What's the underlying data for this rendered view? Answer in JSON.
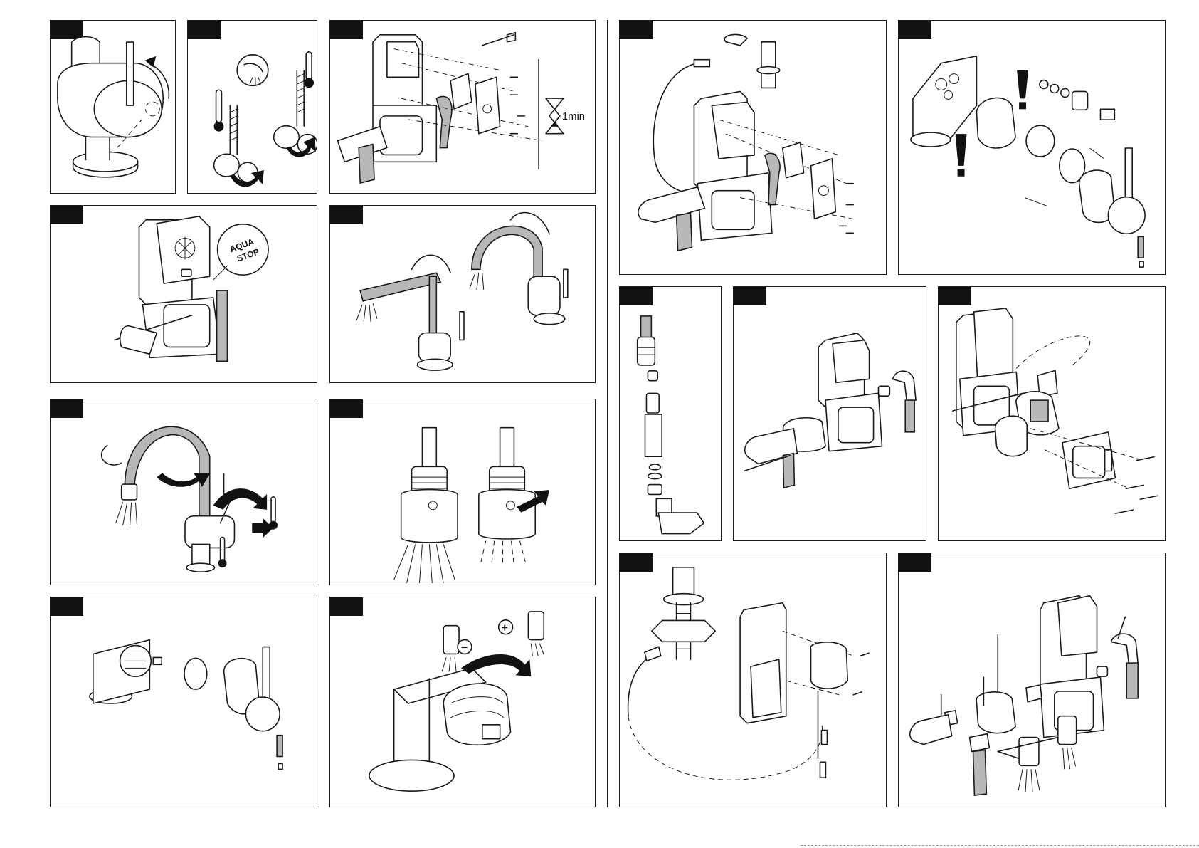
{
  "panels": [
    {
      "id": "p1",
      "label_text": ""
    },
    {
      "id": "p2",
      "label_text": ""
    },
    {
      "id": "p3",
      "label_text": "1min"
    },
    {
      "id": "p4",
      "label_text": "AQUA STOP",
      "label_line1": "AQUA",
      "label_line2": "STOP"
    },
    {
      "id": "p5",
      "label_text": ""
    },
    {
      "id": "p6",
      "label_text": ""
    },
    {
      "id": "p7",
      "label_text": ""
    },
    {
      "id": "p8",
      "label_text": ""
    },
    {
      "id": "p9",
      "label_text": "",
      "minus": "−",
      "plus": "+"
    },
    {
      "id": "p10",
      "label_text": ""
    },
    {
      "id": "p11",
      "label_text": ""
    },
    {
      "id": "p12",
      "label_text": ""
    },
    {
      "id": "p13",
      "label_text": ""
    },
    {
      "id": "p14",
      "label_text": ""
    },
    {
      "id": "p15",
      "label_text": ""
    },
    {
      "id": "p16",
      "label_text": ""
    }
  ],
  "icons": {
    "timer": "hourglass-icon",
    "warning": "exclamation-icon",
    "hot": "thermometer-hot-icon",
    "cold": "thermometer-cold-icon",
    "rotate": "rotate-arrow-icon",
    "push": "push-arrow-icon"
  },
  "colors": {
    "line": "#1a1a1a",
    "tab": "#111111",
    "hose_fill": "#b8b8b8",
    "background": "#ffffff"
  }
}
